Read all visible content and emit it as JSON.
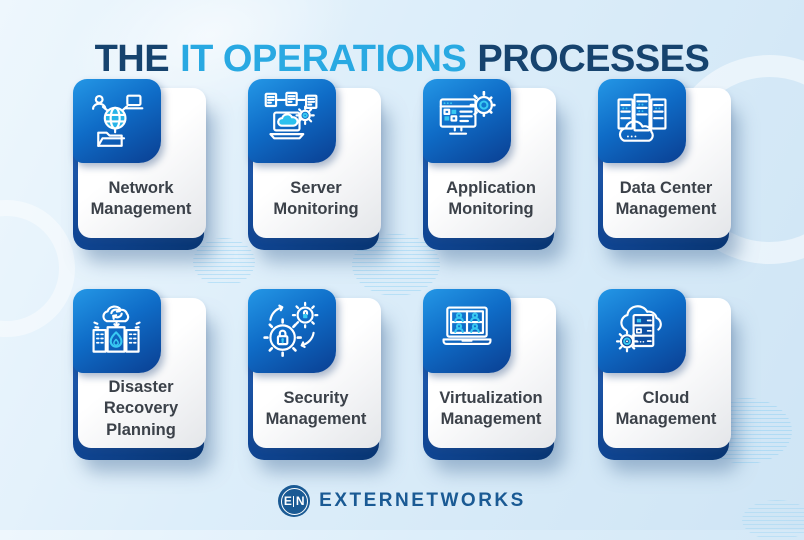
{
  "title": {
    "prefix": "THE",
    "highlight": "IT OPERATIONS",
    "suffix": "PROCESSES"
  },
  "cards": [
    {
      "label": "Network Management",
      "icon": "network-management-icon"
    },
    {
      "label": "Server Monitoring",
      "icon": "server-monitoring-icon"
    },
    {
      "label": "Application Monitoring",
      "icon": "application-monitoring-icon"
    },
    {
      "label": "Data Center Management",
      "icon": "data-center-management-icon"
    },
    {
      "label": "Disaster Recovery Planning",
      "icon": "disaster-recovery-planning-icon"
    },
    {
      "label": "Security Management",
      "icon": "security-management-icon"
    },
    {
      "label": "Virtualization Management",
      "icon": "virtualization-management-icon"
    },
    {
      "label": "Cloud Management",
      "icon": "cloud-management-icon"
    }
  ],
  "logo": {
    "badge_left": "E",
    "badge_right": "N",
    "name": "EXTERNETWORKS"
  },
  "colors": {
    "title_dark": "#16436e",
    "title_accent": "#29a9e2",
    "tile_gradient_start": "#2497e6",
    "tile_gradient_end": "#0a3f92",
    "card_bottom_blue": "#0c4494",
    "label_text": "#3b4149",
    "icon_accent": "#38c9f2",
    "logo_blue": "#1a5a94",
    "background": "#d9ebf8"
  }
}
